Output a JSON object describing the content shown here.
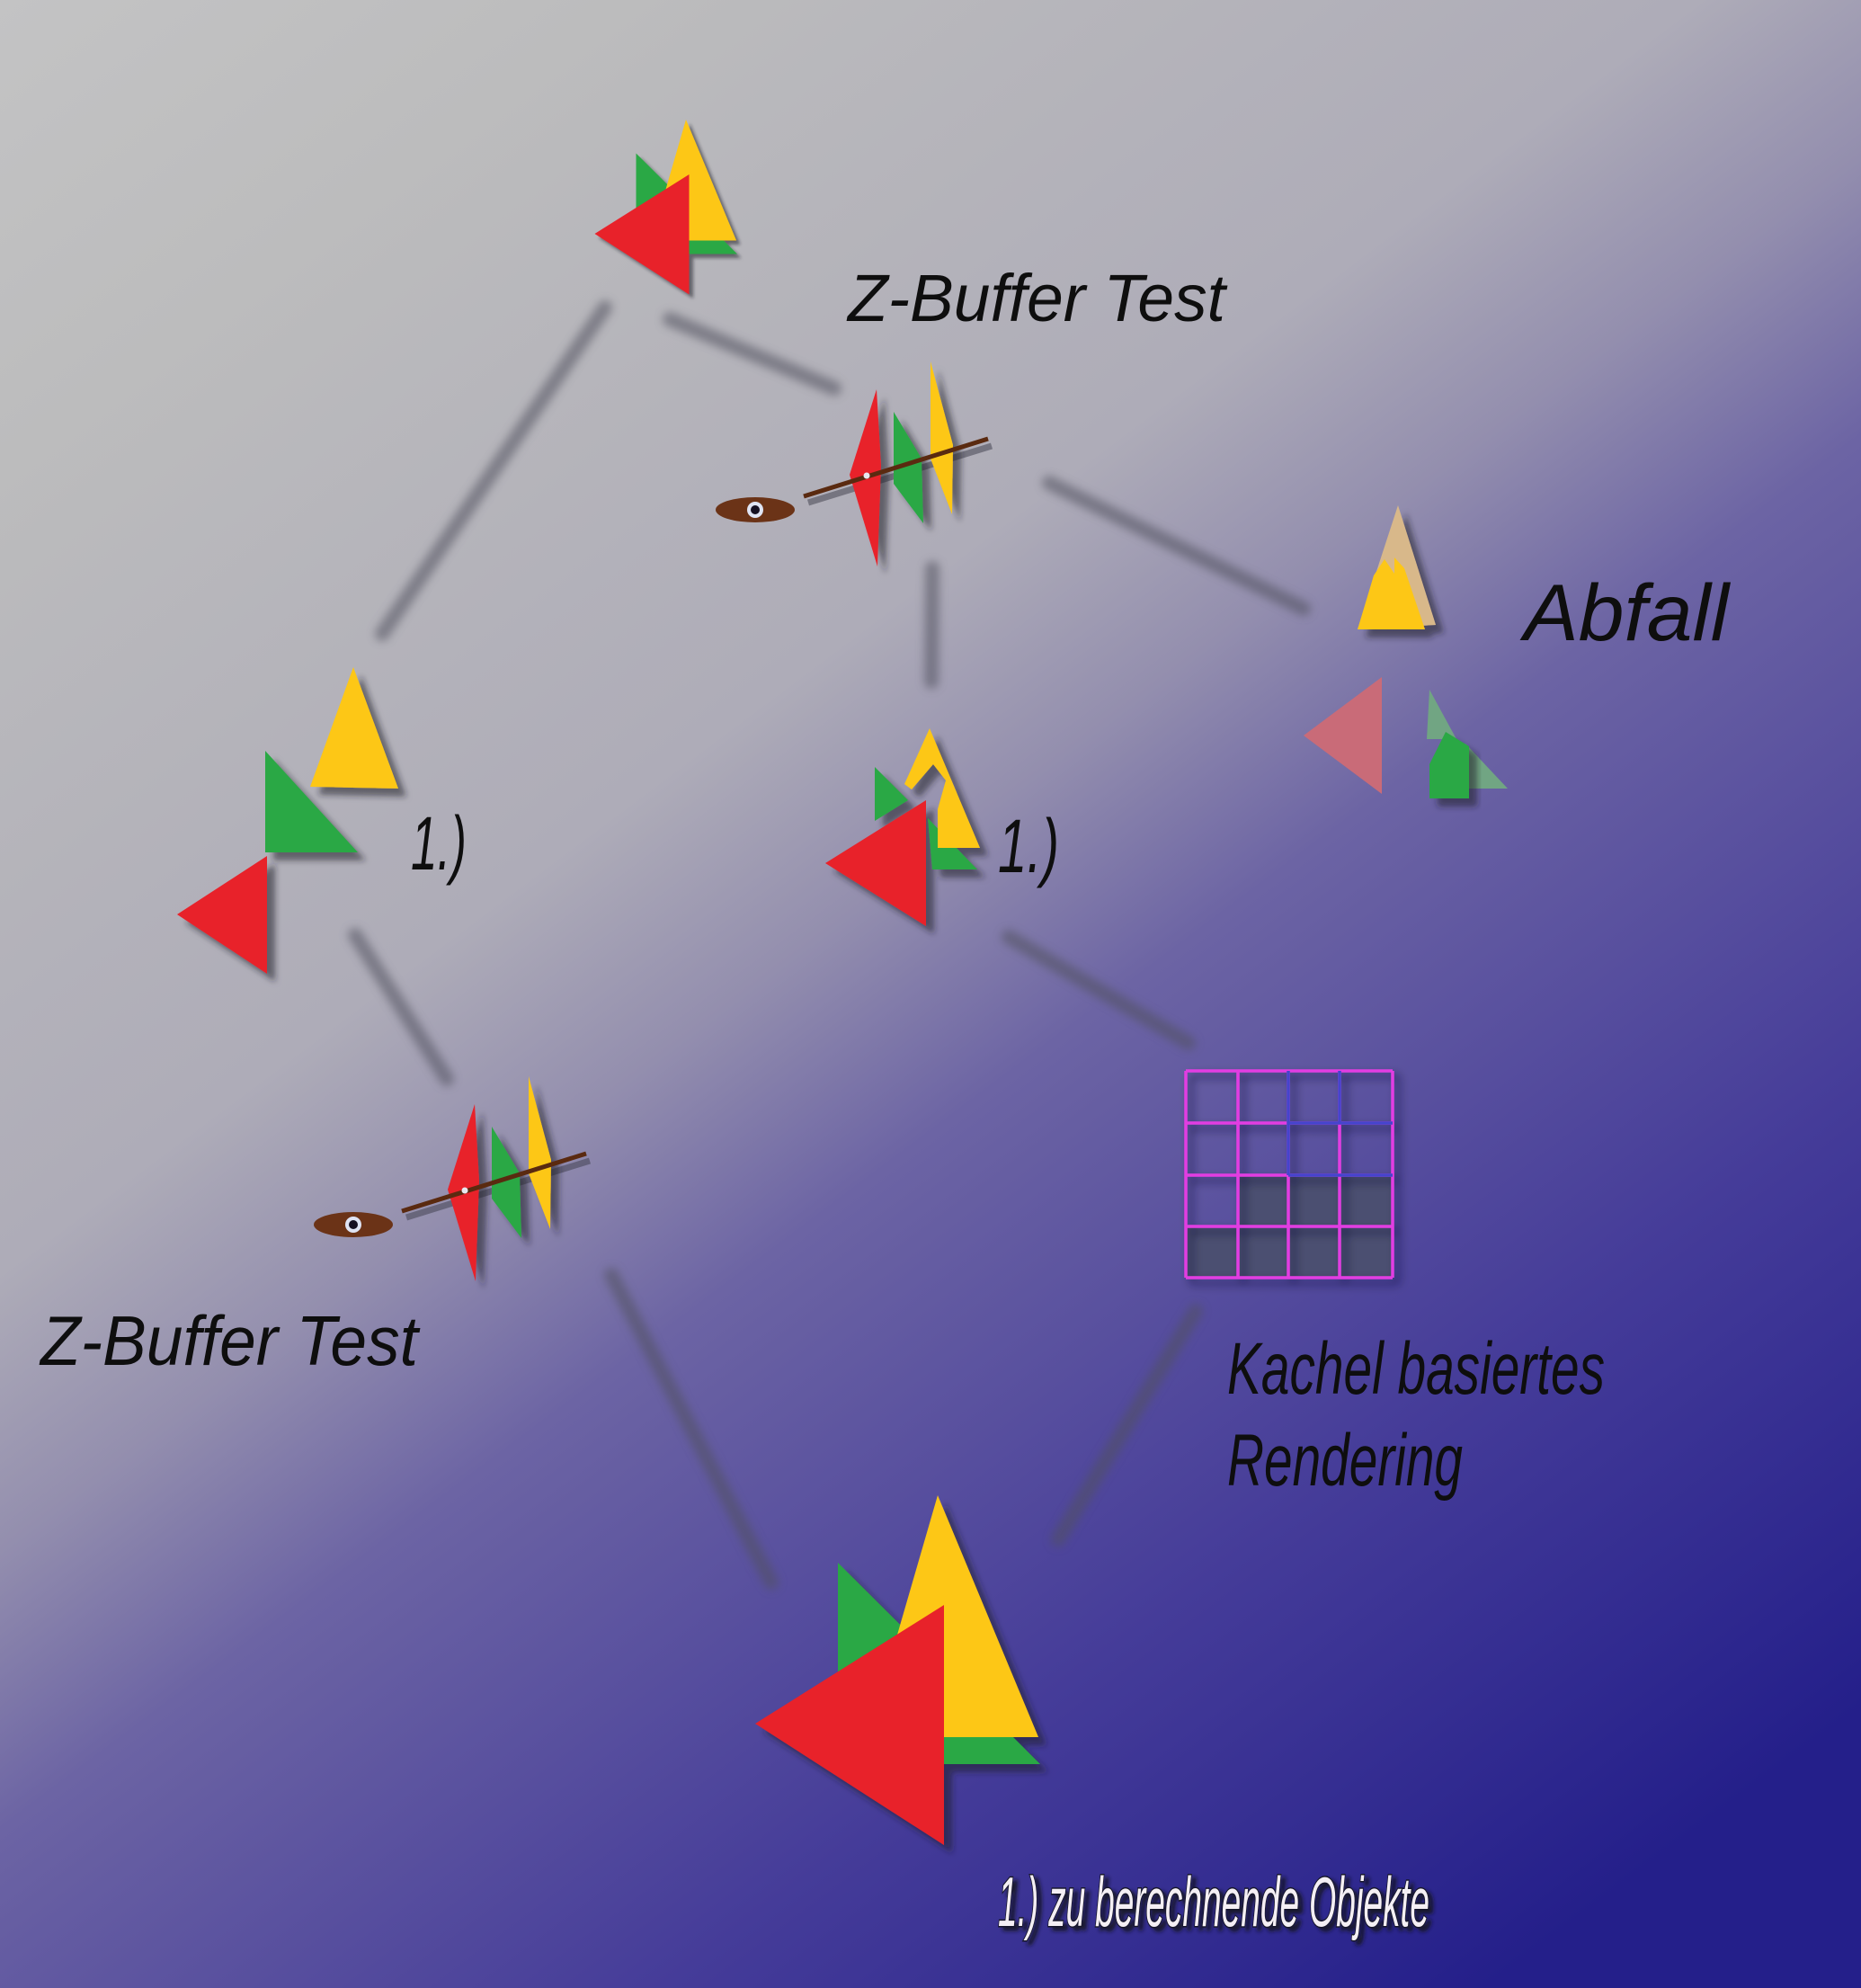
{
  "labels": {
    "zbuffer_top": "Z-Buffer Test",
    "zbuffer_bottom": "Z-Buffer Test",
    "abfall": "Abfall",
    "step_left": "1.)",
    "step_center": "1.)",
    "kachel_line1": "Kachel basiertes",
    "kachel_line2": "Rendering",
    "legend_bottom": "1.) zu berechnende Objekte"
  },
  "icons": {
    "eye": "eye-icon",
    "view_ray": "view-ray-line"
  },
  "colors": {
    "red": "#e8202a",
    "green": "#2aa845",
    "yellow": "#fdc713",
    "tan_faded_yellow": "#d8b88a",
    "faded_red": "#c96b78",
    "faded_green": "#71a583",
    "connector_gray": "#51515e",
    "ray_brown": "#5a2a10",
    "eye_brown": "#6b3317",
    "grid_magenta": "#e23ce2",
    "grid_blue": "#4545cc",
    "tile_fill": "#4b4f71",
    "text_dark": "#0e0e0e",
    "text_light": "#f4eff4",
    "bg_light": "#c3c3c4",
    "bg_dark": "#241f8a"
  }
}
